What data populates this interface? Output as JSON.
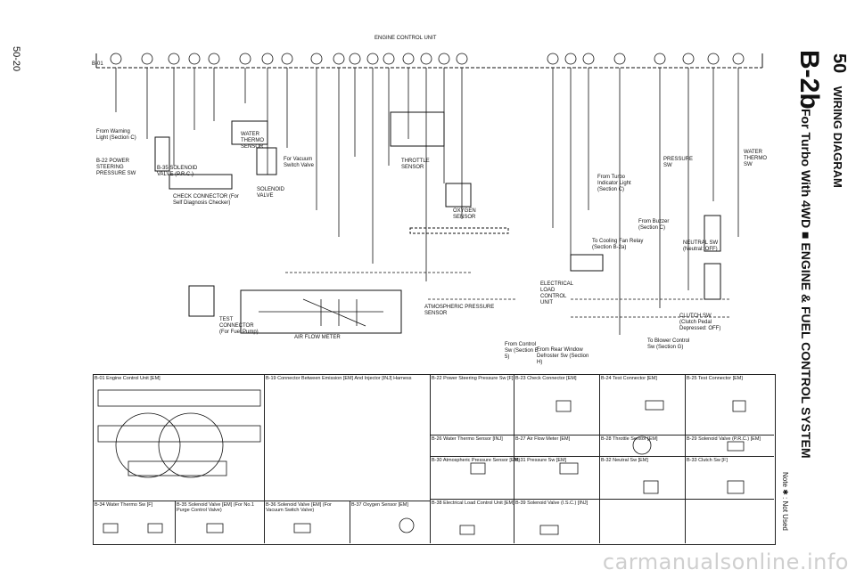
{
  "page": {
    "number": "50-20",
    "section_number": "50",
    "section_title": "WIRING DIAGRAM",
    "code": "B-2b",
    "subtitle": "For Turbo With 4WD ■ ENGINE & FUEL CONTROL SYSTEM",
    "note": "Note ✱ : Not Used",
    "watermark": "carmanualsonline.info"
  },
  "diagram": {
    "unit_label": "ENGINE CONTROL UNIT",
    "components": [
      {
        "id": "b01",
        "label": "B-01"
      },
      {
        "id": "warning",
        "label": "From Warning Light (Section C)"
      },
      {
        "id": "power_steering",
        "label": "B-22 POWER STEERING PRESSURE SW"
      },
      {
        "id": "solenoid_purge",
        "label": "B-35 SOLENOID VALVE (P.R.C.)"
      },
      {
        "id": "check_conn",
        "label": "CHECK CONNECTOR (For Self Diagnosis Checker)"
      },
      {
        "id": "water_thermo",
        "label": "WATER THERMO SENSOR"
      },
      {
        "id": "vacuum_sw",
        "label": "For Vacuum Switch Valve"
      },
      {
        "id": "solenoid_valve",
        "label": "SOLENOID VALVE"
      },
      {
        "id": "throttle",
        "label": "THROTTLE SENSOR"
      },
      {
        "id": "oxygen",
        "label": "OXYGEN SENSOR"
      },
      {
        "id": "atm",
        "label": "ATMOSPHERIC PRESSURE SENSOR"
      },
      {
        "id": "airflow",
        "label": "AIR FLOW METER"
      },
      {
        "id": "test_conn",
        "label": "TEST CONNECTOR (For Fuel Pump)"
      },
      {
        "id": "electrical_load",
        "label": "ELECTRICAL LOAD CONTROL UNIT"
      },
      {
        "id": "pressure_sw",
        "label": "PRESSURE SW"
      },
      {
        "id": "water_thermo_sw",
        "label": "WATER THERMO SW"
      },
      {
        "id": "neutral_sw",
        "label": "NEUTRAL SW (Neutral: OFF)"
      },
      {
        "id": "clutch_sw",
        "label": "CLUTCH SW (Clutch Pedal Depressed: OFF)"
      },
      {
        "id": "turbo",
        "label": "From Turbo Indicator Light (Section C)"
      },
      {
        "id": "buzzer",
        "label": "From Buzzer (Section C)"
      },
      {
        "id": "cooling",
        "label": "To Cooling Fan Relay (Section B-2a)"
      },
      {
        "id": "blower",
        "label": "To Blower Control Sw (Section G)"
      },
      {
        "id": "defroster",
        "label": "From Rear Window Defroster Sw (Section H)"
      },
      {
        "id": "control_sw",
        "label": "From Control Sw (Section E-5)"
      }
    ],
    "connector_panels": [
      {
        "id": "b01p",
        "title": "B-01 Engine Control Unit [EM]"
      },
      {
        "id": "b19p",
        "title": "B-19 Connector Between Emission [EM] And Injector [INJ] Harness"
      },
      {
        "id": "b22p",
        "title": "B-22 Power Steering Pressure Sw [F]"
      },
      {
        "id": "b23p",
        "title": "B-23 Check Connector [EM]"
      },
      {
        "id": "b24p",
        "title": "B-24 Test Connector [EM]"
      },
      {
        "id": "b25p",
        "title": "B-25 Test Connector [EM]"
      },
      {
        "id": "b26p",
        "title": "B-26 Water Thermo Sensor [INJ]"
      },
      {
        "id": "b27p",
        "title": "B-27 Air Flow Meter [EM]"
      },
      {
        "id": "b28p",
        "title": "B-28 Throttle Sensor [EM]"
      },
      {
        "id": "b29p",
        "title": "B-29 Solenoid Valve (P.R.C.) [EM]"
      },
      {
        "id": "b30p",
        "title": "B-30 Atmospheric Pressure Sensor [EM]"
      },
      {
        "id": "b31p",
        "title": "B-31 Pressure Sw [EM]"
      },
      {
        "id": "b32p",
        "title": "B-32 Neutral Sw [EM]"
      },
      {
        "id": "b33p",
        "title": "B-33 Clutch Sw [F]"
      },
      {
        "id": "b34p",
        "title": "B-34 Water Thermo Sw [F]"
      },
      {
        "id": "b35p",
        "title": "B-35 Solenoid Valve [EM] (For No.1 Purge Control Valve)"
      },
      {
        "id": "b36p",
        "title": "B-36 Solenoid Valve [EM] (For Vacuum Switch Valve)"
      },
      {
        "id": "b37p",
        "title": "B-37 Oxygen Sensor [EM]"
      },
      {
        "id": "b38p",
        "title": "B-38 Electrical Load Control Unit [EM]"
      },
      {
        "id": "b39p",
        "title": "B-39 Solenoid Valve (I.S.C.) [INJ]"
      }
    ]
  }
}
